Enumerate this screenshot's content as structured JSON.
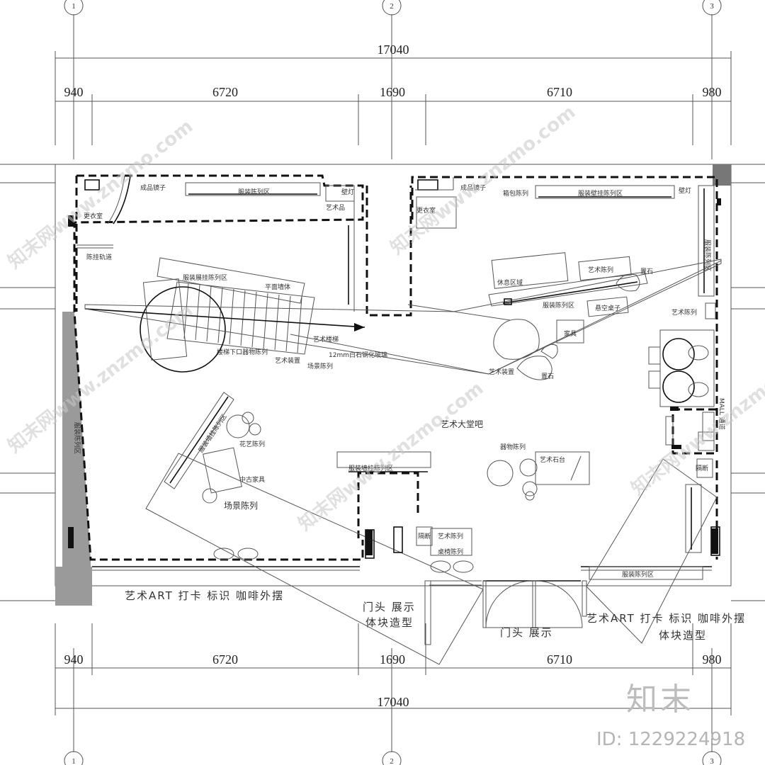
{
  "dimensions": {
    "top_total": "17040",
    "top_segments": [
      "940",
      "6720",
      "1690",
      "6710",
      "980"
    ],
    "bottom_total": "17040",
    "bottom_segments": [
      "940",
      "6720",
      "1690",
      "6710",
      "980"
    ]
  },
  "axes": [
    "1",
    "2",
    "3"
  ],
  "labels": {
    "mirror_left": "成品镜子",
    "display_hang_left": "服装陈列区",
    "wall_lamp_left": "壁灯",
    "art_piece": "艺术品",
    "fitting_left": "更衣室",
    "mirror_right": "成品镜子",
    "bag_display": "箱包陈列",
    "display_hang_right": "服装壁挂陈列区",
    "wall_lamp_right": "壁灯",
    "fitting_right": "更衣室",
    "hanger_rail": "陈挂轨道",
    "display_shelf_mid": "服装展挂陈列区",
    "flat_table": "平面墙体",
    "art_stair": "艺术楼梯",
    "under_stair": "楼梯下口器物陈列",
    "art_install": "艺术装置",
    "scene_display_small": "场景陈列",
    "steel_stone": "12mm白石钢化玻璃",
    "rest_area": "休息区域",
    "art_display_r": "艺术陈列",
    "boulder_1": "置石",
    "clothing_display_r": "服装陈列区",
    "suspended_table": "悬空桌子",
    "furniture": "家具",
    "art_installation_2": "艺术装置",
    "boulder_2": "置石",
    "art_display_side": "艺术陈列",
    "vertical_display": "服装陈列区",
    "lobby_bar": "艺术大堂吧",
    "vintage_furniture": "中古家具",
    "scene_display": "场景陈列",
    "plant_display": "花艺陈列",
    "side_wall_display": "服装墙挂陈列区",
    "dried_display": "器物陈列",
    "art_stone": "艺术石台",
    "mid_wall_display": "服装墙挂陈列区",
    "partition": "隔断",
    "art_display_door": "艺术陈列",
    "seat_display": "桌椅陈列",
    "clothing_display_low": "服装陈列区",
    "checkpoint_left": "艺术ART 打卡 标识  咖啡外摆",
    "facade_left": "门头 展示\n体块造型",
    "door_display": "门头  展示",
    "checkpoint_right": "艺术ART 打卡 标识  咖啡外摆",
    "facade_right": "体块造型",
    "mall": "MALL 通道"
  },
  "watermark": {
    "site": "知末网www.znzmo.com",
    "brand": "知末",
    "id": "ID: 1229224918"
  },
  "colors": {
    "line": "#111111",
    "thin": "#555555",
    "grey_fill": "#9a9a9a",
    "watermark": "#c8c8c8"
  }
}
